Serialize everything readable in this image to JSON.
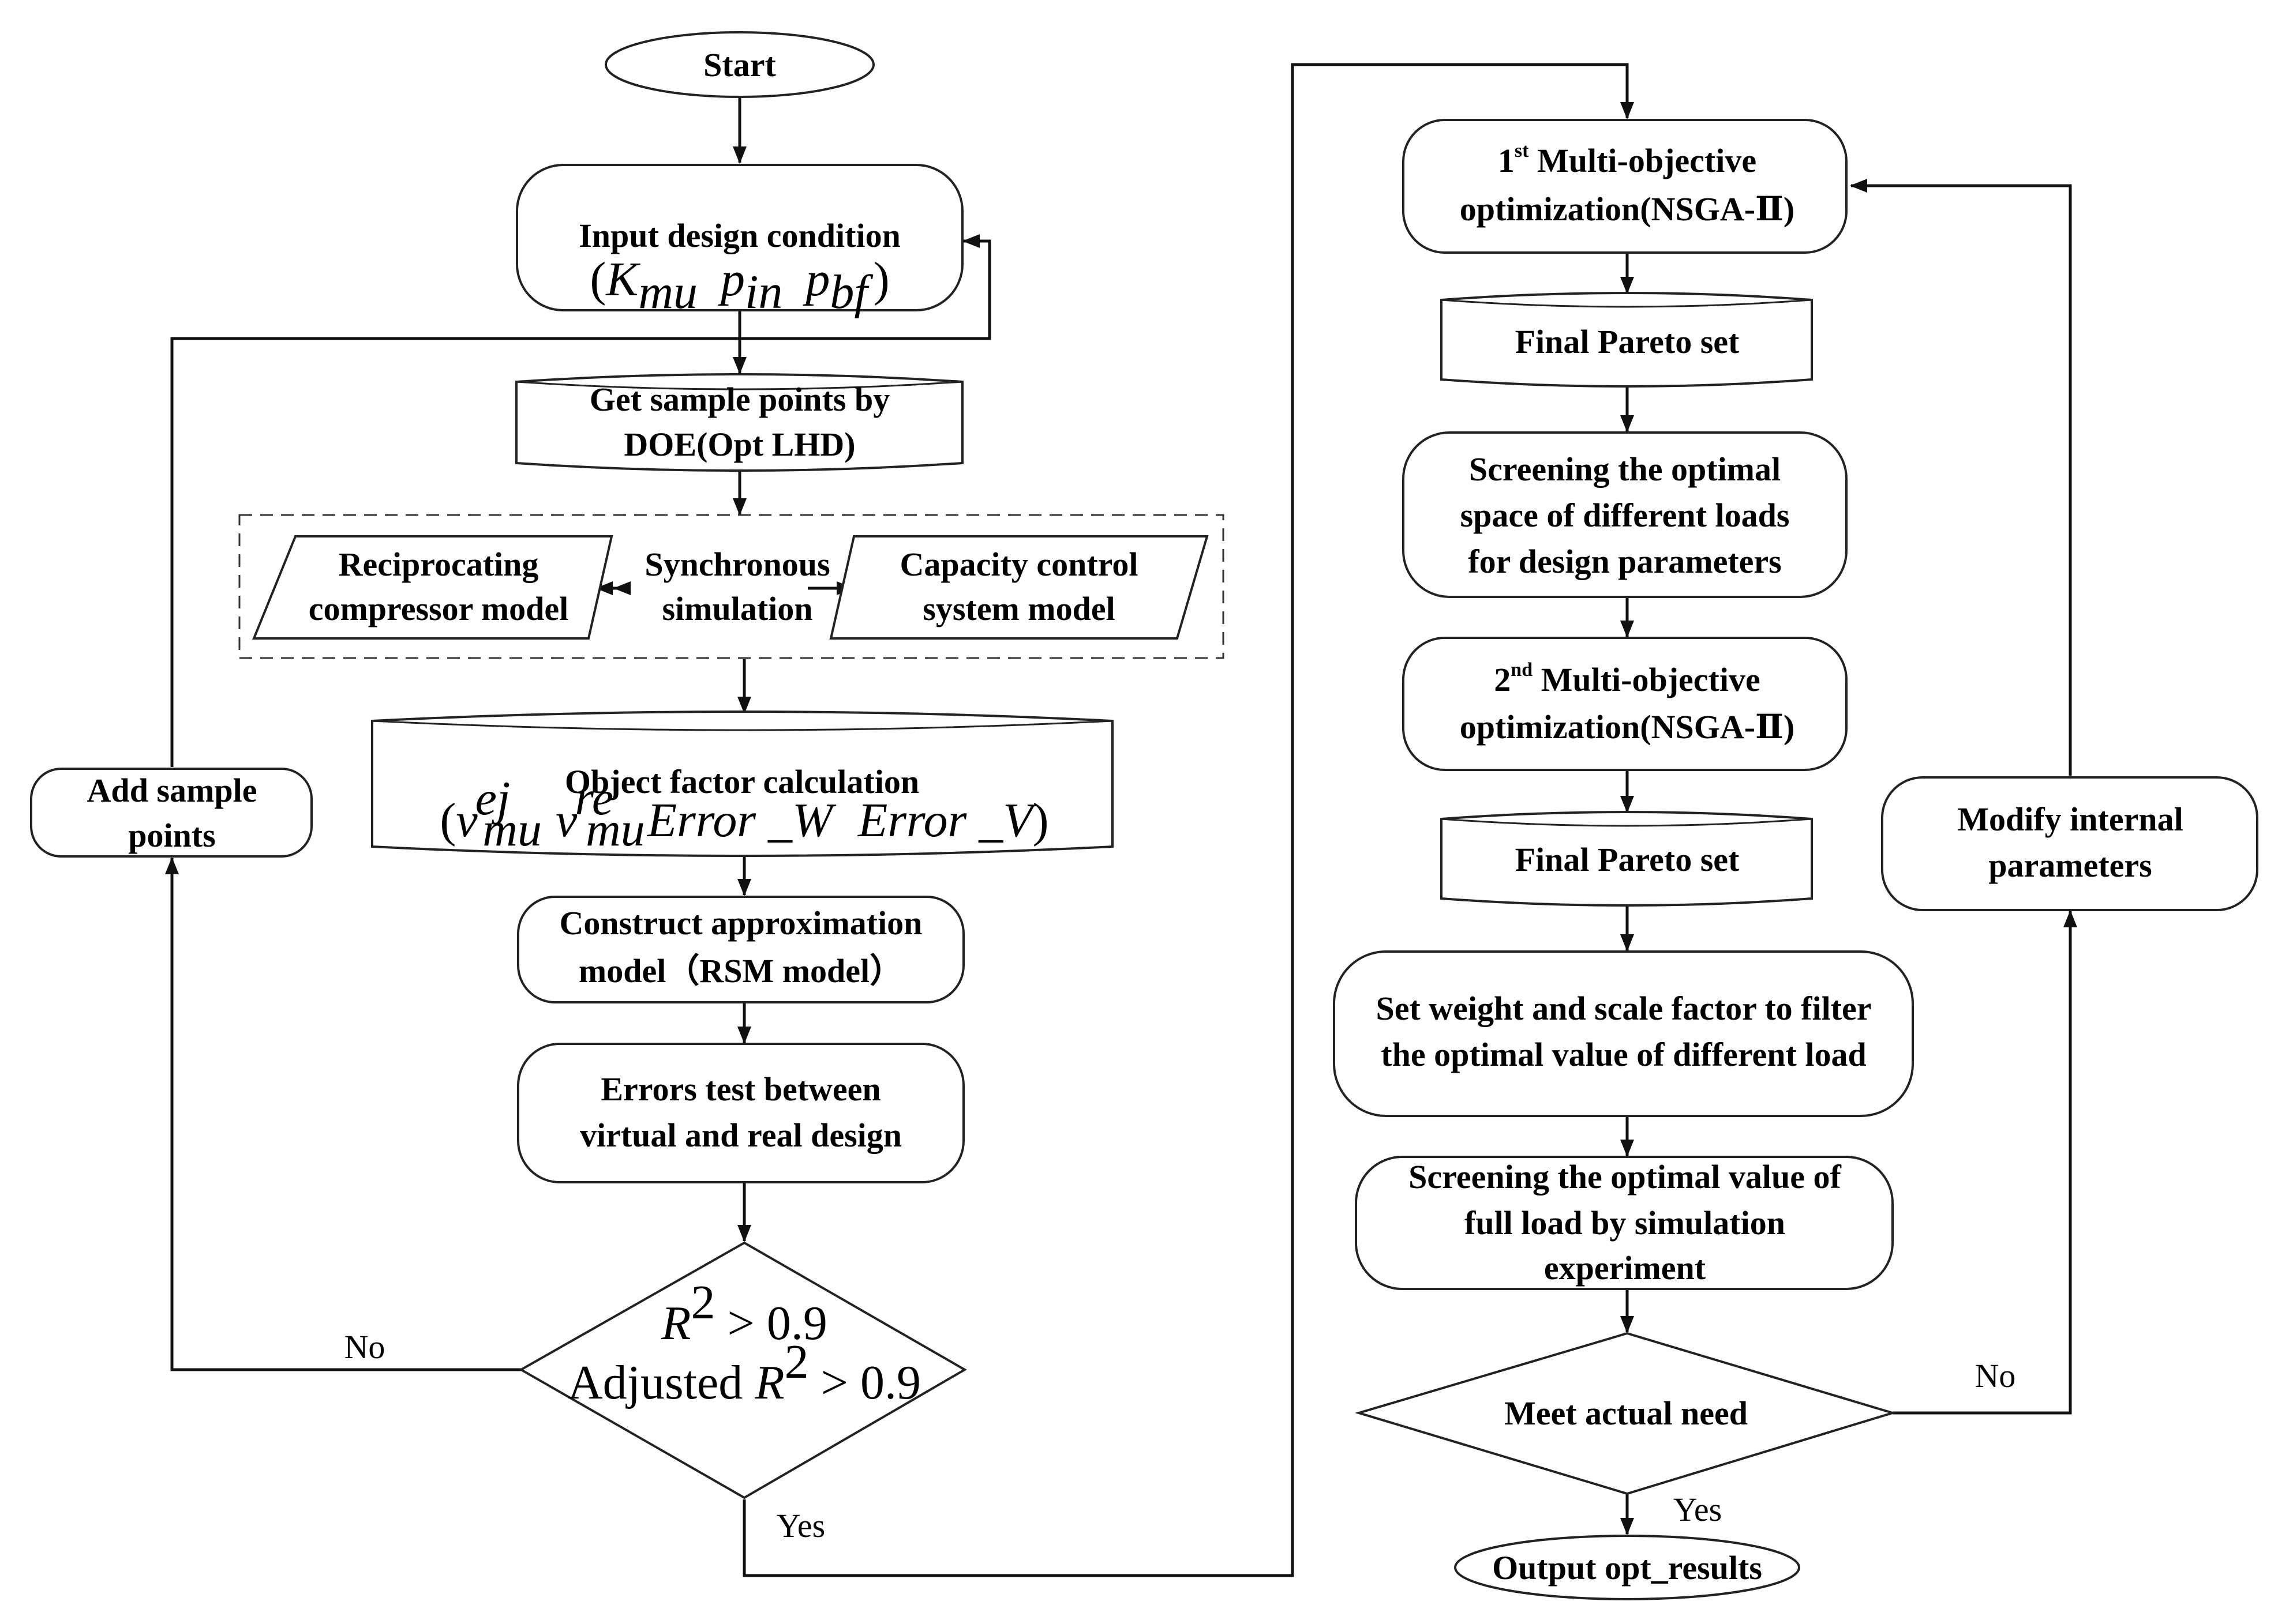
{
  "nodes": {
    "start": "Start",
    "input_design": "Input design condition",
    "input_vars": {
      "open": "(",
      "k": "K",
      "k_sub": "mu",
      "p1": "p",
      "p1_sub": "in",
      "p2": "p",
      "p2_sub": "bf",
      "close": ")"
    },
    "sample_points": [
      "Get sample points by",
      "DOE(Opt LHD)"
    ],
    "reciprocating": [
      "Reciprocating",
      "compressor model"
    ],
    "synchronous": [
      "Synchronous",
      "simulation"
    ],
    "capacity": [
      "Capacity control",
      "system model"
    ],
    "object_factor": "Object factor calculation",
    "object_vars": {
      "open": "(",
      "v1": "v",
      "v1_sup": "ej",
      "v1_sub": "mu",
      "v2": "v",
      "v2_sup": "re",
      "v2_sub": "mu",
      "err_w": "Error _W",
      "err_v": "Error _V",
      "close": ")"
    },
    "construct": [
      "Construct approximation",
      "model（RSM model）"
    ],
    "errors_test": [
      "Errors test between",
      "virtual and real design"
    ],
    "decision1": {
      "r": "R",
      "sup": "2",
      "gt": " > 0.9",
      "adjusted": "Adjusted "
    },
    "add_sample": [
      "Add sample",
      "points"
    ],
    "mo1": {
      "num": "1",
      "sup": "st",
      "line1": " Multi-objective",
      "line2": "optimization(NSGA-Ⅱ)"
    },
    "pareto1": "Final Pareto set",
    "screening_space": [
      "Screening the optimal",
      "space of different loads",
      "for design parameters"
    ],
    "mo2": {
      "num": "2",
      "sup": "nd",
      "line1": " Multi-objective",
      "line2": "optimization(NSGA-Ⅱ)"
    },
    "pareto2": "Final Pareto set",
    "set_weight": [
      "Set weight and scale factor to filter",
      "the optimal value of different load"
    ],
    "screening_full": [
      "Screening the optimal value of",
      "full load by simulation",
      "experiment"
    ],
    "meet_need": "Meet actual need",
    "modify": [
      "Modify internal",
      "parameters"
    ],
    "output": "Output opt_results"
  },
  "edge_labels": {
    "no_left": "No",
    "yes_left": "Yes",
    "no_right": "No",
    "yes_right": "Yes"
  }
}
